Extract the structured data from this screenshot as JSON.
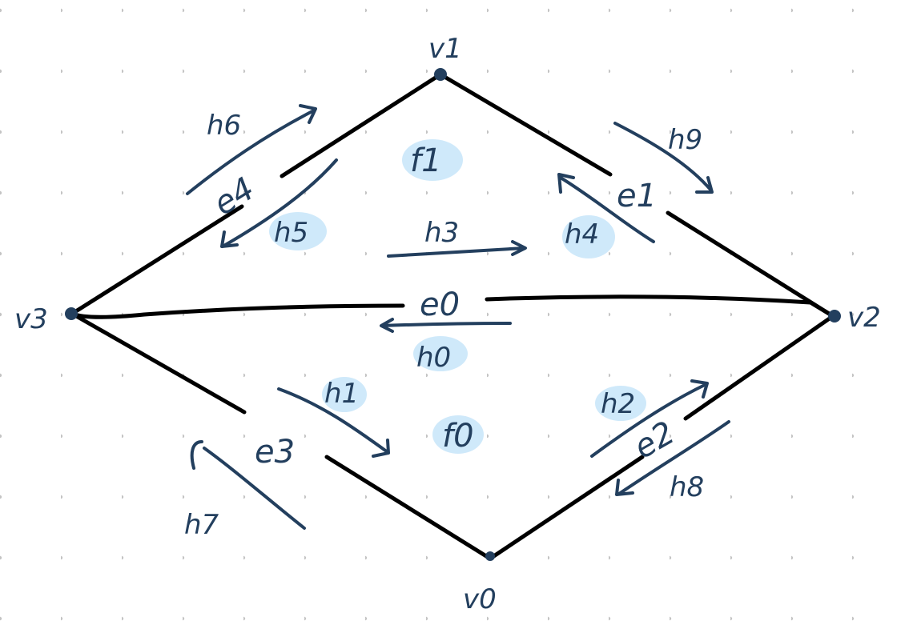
{
  "colors": {
    "ink": "#233f5e",
    "edge": "#000000",
    "highlight": "#cfe9fa",
    "grid_dot": "#c4c4c4",
    "background": "#ffffff"
  },
  "vertices": [
    {
      "id": "v0",
      "label": "v0"
    },
    {
      "id": "v1",
      "label": "v1"
    },
    {
      "id": "v2",
      "label": "v2"
    },
    {
      "id": "v3",
      "label": "v3"
    }
  ],
  "edges": [
    {
      "id": "e0",
      "label": "e0",
      "from": "v3",
      "to": "v2"
    },
    {
      "id": "e1",
      "label": "e1",
      "from": "v1",
      "to": "v2"
    },
    {
      "id": "e2",
      "label": "e2",
      "from": "v2",
      "to": "v0"
    },
    {
      "id": "e3",
      "label": "e3",
      "from": "v3",
      "to": "v0"
    },
    {
      "id": "e4",
      "label": "e4",
      "from": "v3",
      "to": "v1"
    }
  ],
  "faces": [
    {
      "id": "f0",
      "label": "f0",
      "highlighted": true
    },
    {
      "id": "f1",
      "label": "f1",
      "highlighted": true
    }
  ],
  "halfedges": [
    {
      "id": "h0",
      "label": "h0",
      "highlighted": true
    },
    {
      "id": "h1",
      "label": "h1",
      "highlighted": true
    },
    {
      "id": "h2",
      "label": "h2",
      "highlighted": true
    },
    {
      "id": "h3",
      "label": "h3",
      "highlighted": false
    },
    {
      "id": "h4",
      "label": "h4",
      "highlighted": true
    },
    {
      "id": "h5",
      "label": "h5",
      "highlighted": true
    },
    {
      "id": "h6",
      "label": "h6",
      "highlighted": false
    },
    {
      "id": "h7",
      "label": "h7",
      "highlighted": false
    },
    {
      "id": "h8",
      "label": "h8",
      "highlighted": false
    },
    {
      "id": "h9",
      "label": "h9",
      "highlighted": false
    }
  ]
}
